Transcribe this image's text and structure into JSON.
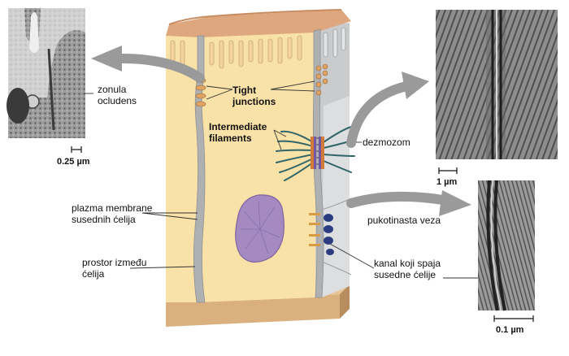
{
  "labels": {
    "zonula_line1": "zonula",
    "zonula_line2": "ocludens",
    "tight_line1": "Tight",
    "tight_line2": "junctions",
    "intermediate_line1": "Intermediate",
    "intermediate_line2": "filaments",
    "dezmozom": "dezmozom",
    "plasma_line1": "plazma membrane",
    "plasma_line2": "susednih ćelija",
    "pukotinasta": "pukotinasta veza",
    "prostor_line1": "prostor između",
    "prostor_line2": "ćelija",
    "kanal_line1": "kanal koji spaja",
    "kanal_line2": "susedne ćelije"
  },
  "scale_bars": {
    "left": "0.25 µm",
    "top_right": "1 µm",
    "bottom_right": "0.1 µm"
  },
  "colors": {
    "cytoplasm": "#f9e2a8",
    "cell_top": "#dfa77d",
    "membrane": "#aeb0b2",
    "nucleus": "#a58ac2",
    "base": "#d9b07e",
    "arrow": "#9a9a9a",
    "filament": "#2f6468"
  }
}
